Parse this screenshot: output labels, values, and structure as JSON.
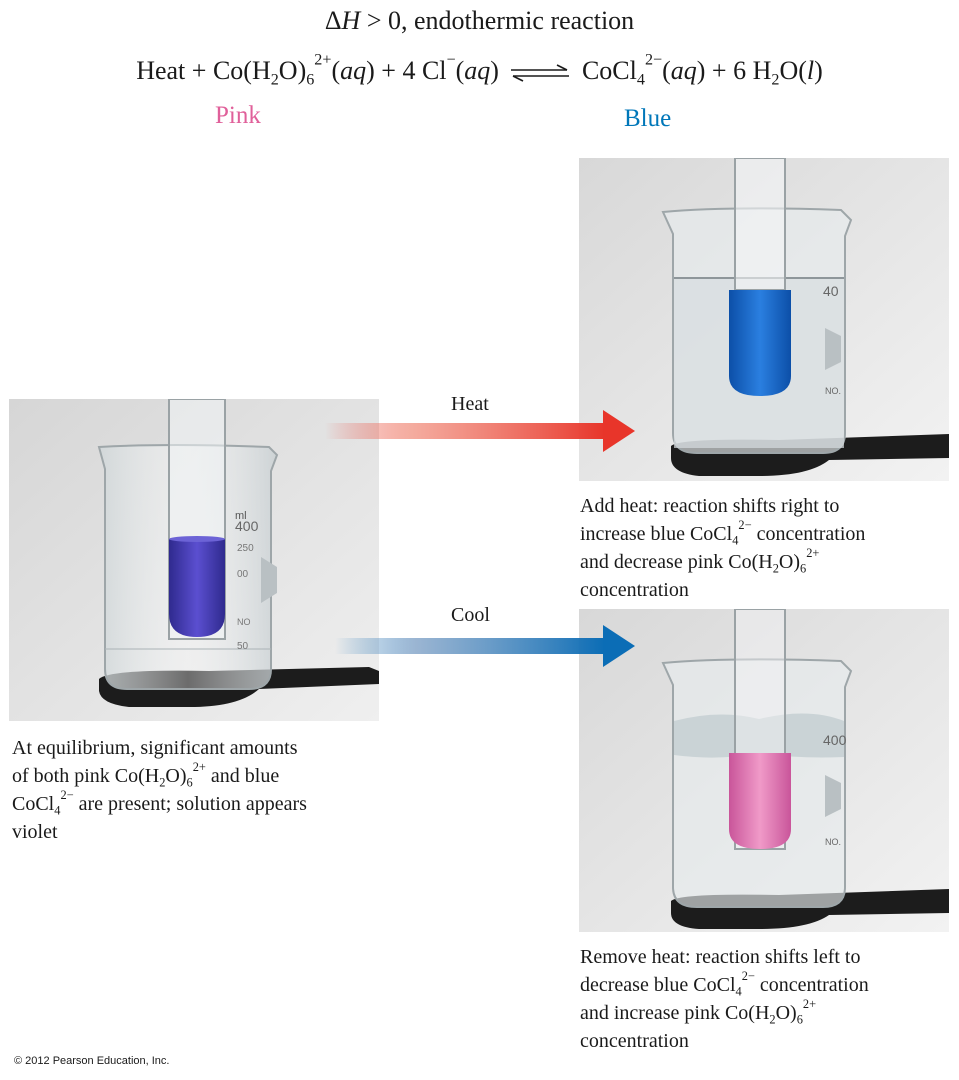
{
  "header": {
    "delta": "Δ",
    "H": "H",
    "condition": " > 0, endothermic reaction"
  },
  "equation": {
    "heat": "Heat + Co(H",
    "two": "2",
    "o_close": "O)",
    "six": "6",
    "charge_2plus": "2+",
    "aq1": "aq",
    "plus_4cl": " + 4 Cl",
    "minus": "−",
    "aq2": "aq",
    "cocl": "CoCl",
    "four": "4",
    "charge_2minus": "2−",
    "aq3": "aq",
    "plus_water": " + 6 H",
    "water_two": "2",
    "o_l": "O(",
    "l": "l",
    "close": ")"
  },
  "labels": {
    "pink": "Pink",
    "pink_color": "#e0609a",
    "blue": "Blue",
    "blue_color": "#0077b9"
  },
  "arrows": {
    "heat": "Heat",
    "heat_color": "#e8352a",
    "cool": "Cool",
    "cool_color": "#0b6db6"
  },
  "captions": {
    "equilibrium": {
      "l1": "At equilibrium, significant amounts",
      "l2a": "of both pink Co(H",
      "sub2": "2",
      "l2b": "O)",
      "sub6": "6",
      "sup": "2+",
      "l2c": " and blue",
      "l3a": "CoCl",
      "sub4": "4",
      "sup2": "2−",
      "l3b": " are present; solution appears",
      "l4": "violet"
    },
    "heat": {
      "l1": "Add heat: reaction shifts right to",
      "l2a": "increase blue CoCl",
      "sub4": "4",
      "sup": "2−",
      "l2b": " concentration",
      "l3a": "and decrease pink Co(H",
      "sub2": "2",
      "l3b": "O)",
      "sub6": "6",
      "sup2": "2+",
      "l4": "concentration"
    },
    "cool": {
      "l1": "Remove heat: reaction shifts left to",
      "l2a": "decrease blue CoCl",
      "sub4": "4",
      "sup": "2−",
      "l2b": " concentration",
      "l3a": "and increase pink Co(H",
      "sub2": "2",
      "l3b": "O)",
      "sub6": "6",
      "sup2": "2+",
      "l4": "concentration"
    }
  },
  "beaker_marks": {
    "eq": [
      "ml",
      "400",
      "250",
      "00",
      "NO",
      "50"
    ],
    "heat": [
      "40",
      "NO."
    ],
    "cool": [
      "400",
      "NO."
    ]
  },
  "solution_colors": {
    "violet": "#4b3fb5",
    "blue": "#1763c9",
    "pink": "#e070b0"
  },
  "copyright": "© 2012 Pearson Education, Inc."
}
